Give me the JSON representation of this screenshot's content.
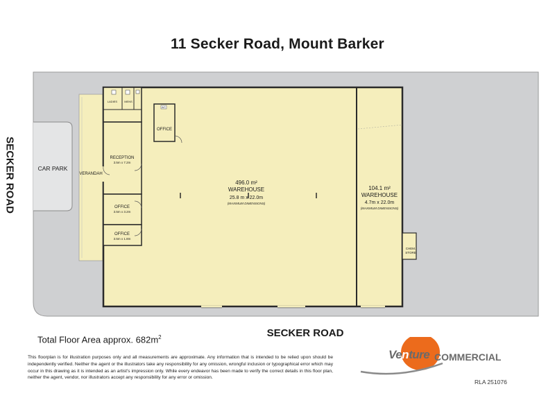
{
  "title": "11 Secker Road, Mount Barker",
  "roads": {
    "left": "SECKER ROAD",
    "bottom": "SECKER ROAD"
  },
  "areas": {
    "car_park": "CAR PARK",
    "verandah": "VERANDAH",
    "warehouse_main": {
      "area": "496.0 m²",
      "name": "WAREHOUSE",
      "dims": "25.8 m x 22.0m",
      "note": "(MAXIMUM DIMENSIONS)"
    },
    "warehouse_side": {
      "area": "104.1 m²",
      "name": "WAREHOUSE",
      "dims": "4.7m x 22.0m",
      "note": "(MAXIMUM DIMENSIONS)"
    },
    "office_top": "OFFICE",
    "reception": {
      "name": "RECEPTION",
      "dims": "3.5m x 7.2m"
    },
    "office_mid": {
      "name": "OFFICE",
      "dims": "3.5m x 3.2m"
    },
    "office_low": {
      "name": "OFFICE",
      "dims": "3.5m x 1.8m"
    },
    "ladies": "LADIES",
    "mens": "MENS",
    "chem_store": [
      "CHEM.",
      "STORE"
    ],
    "kitchen_code": "A/C"
  },
  "total_floor_area": "Total Floor Area approx. 682m",
  "total_floor_area_sup": "2",
  "disclaimer": "This floorplan is for illustration purposes only and all measurements are approximate. Any information that is intended to be relied upon should be independently verified. Neither the agent or the illustrators take any responsibility for any omission, wrongful inclusion or typographical error which may occur in this drawing as it is intended as an artist's impression only. While every endeavor has been made to verify the correct details in this floor plan, neither the agent, vendor, nor illustrators accept any responsibility for any error or omission.",
  "logo": {
    "prefix": "Ve",
    "mid": "n",
    "suffix": "ture",
    "word2": "COMMERCIAL"
  },
  "rla": "RLA 251076",
  "colors": {
    "ground": "#cfd0d2",
    "floor": "#f5eebc",
    "wall": "#2a2a2a",
    "logo_orange": "#ec6b1c",
    "logo_grey": "#6a6a6a"
  }
}
